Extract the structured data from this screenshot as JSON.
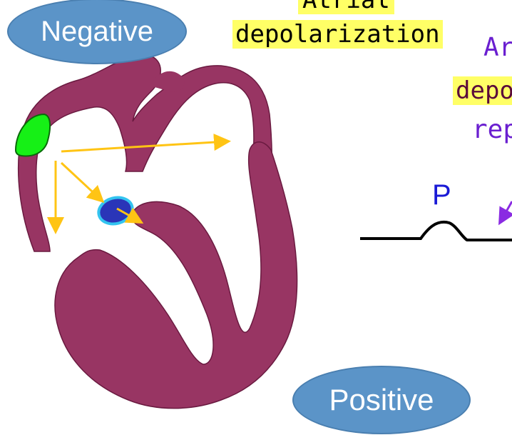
{
  "labels": {
    "negative": "Negative",
    "positive": "Positive",
    "atrial_partial": "Atrial",
    "depolarization": "depolarization",
    "ar_partial": "Ar",
    "depo_partial": "depo",
    "rep_partial": "rep",
    "p_wave": "P"
  },
  "colors": {
    "heart": "#983563",
    "heart_outline": "#6a1a40",
    "sa_node": "#16f016",
    "av_node": "#2a35b8",
    "av_node_ring": "#33c4f0",
    "arrow": "#ffc414",
    "ellipse_fill": "#5b94c8",
    "highlight": "#ffff66",
    "purple_text": "#6a1fd0",
    "ecg_line": "#000000"
  }
}
